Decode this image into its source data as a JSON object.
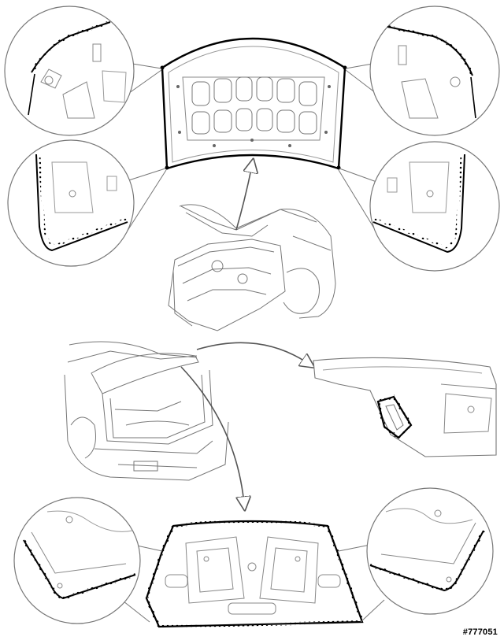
{
  "diagram": {
    "reference_code": "#777051",
    "colors": {
      "outline": "#9a9a9a",
      "heavy": "#000000",
      "background": "#ffffff"
    },
    "callouts": [
      {
        "name": "hood-front-left-corner-detail"
      },
      {
        "name": "hood-front-right-corner-detail"
      },
      {
        "name": "hood-rear-left-corner-detail"
      },
      {
        "name": "hood-rear-right-corner-detail"
      },
      {
        "name": "trunk-lid-left-corner-detail"
      },
      {
        "name": "trunk-lid-right-corner-detail"
      }
    ]
  }
}
